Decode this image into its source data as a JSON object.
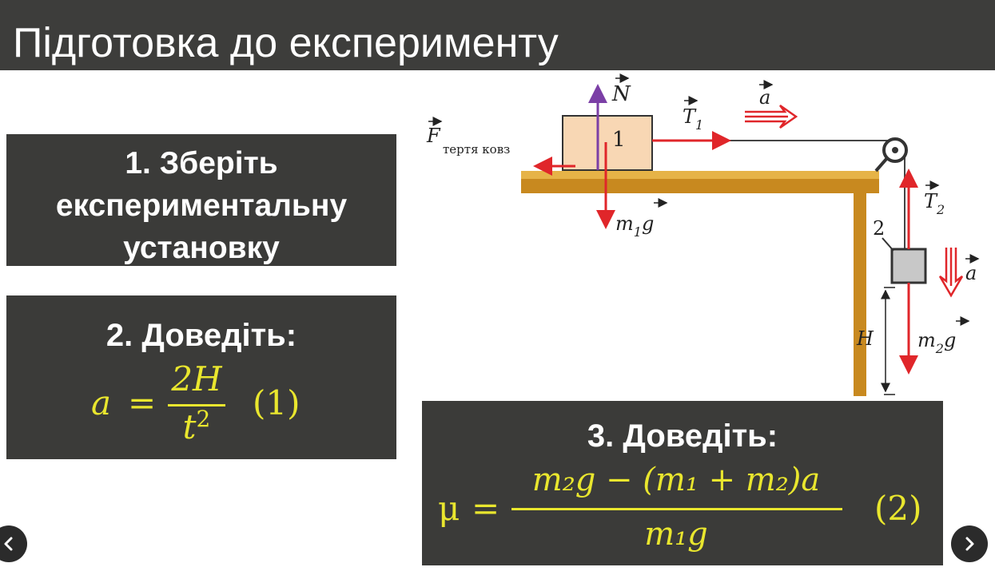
{
  "slide": {
    "title": "Підготовка до експерименту",
    "step1": {
      "lines": [
        "1. Зберіть",
        "експериментальну",
        "установку"
      ]
    },
    "step2": {
      "heading": "2. Доведіть:",
      "formula": {
        "lhs": "a",
        "eq": "=",
        "numerator": "2H",
        "denominator_base": "t",
        "denominator_exp": "2",
        "tag": "(1)"
      }
    },
    "step3": {
      "heading": "3. Доведіть:",
      "formula": {
        "lhs": "μ",
        "eq": "=",
        "numerator": "m₂g − (m₁ + m₂)a",
        "denominator": "m₁g",
        "tag": "(2)"
      }
    }
  },
  "diagram": {
    "block1_label": "1",
    "block2_label": "2",
    "force_N": "N",
    "force_T1": "T",
    "force_T1_sub": "1",
    "accel_top": "a",
    "friction": "F",
    "friction_sub": "тертя ковз",
    "weight1": "m",
    "weight1_sub": "1",
    "weight1_g": "g",
    "force_T2": "T",
    "force_T2_sub": "2",
    "accel_side": "a",
    "height": "H",
    "weight2": "m",
    "weight2_sub": "2",
    "weight2_g": "g"
  },
  "nav": {
    "prev_icon": "chevron-left-icon",
    "next_icon": "chevron-right-icon"
  },
  "colors": {
    "header_bg": "#3d3d3b",
    "box_bg": "#3b3b39",
    "formula_yellow": "#e9e62e",
    "force_red": "#e0262a",
    "normal_purple": "#7b3fa6",
    "table_wood": "#c8891f",
    "block_fill": "#f8d7b4"
  }
}
